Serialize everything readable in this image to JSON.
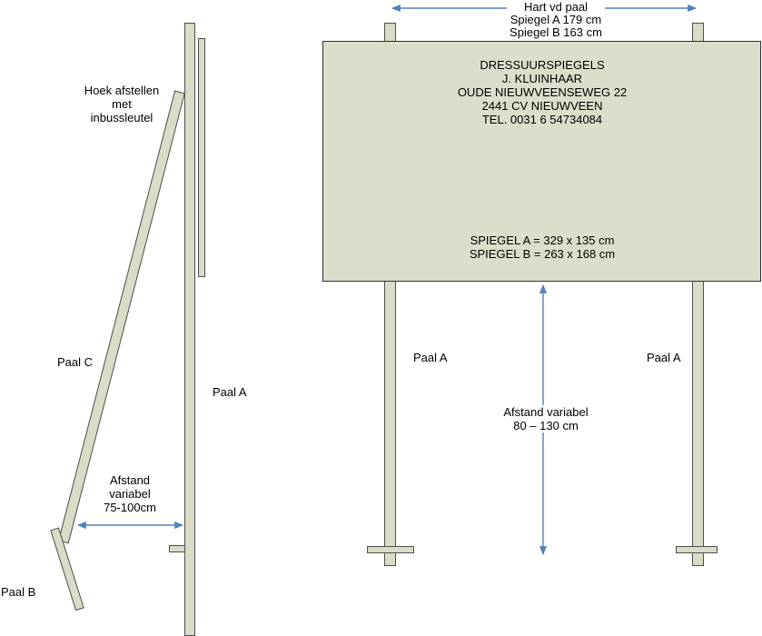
{
  "colors": {
    "pole_fill": "#d9dcc6",
    "pole_border": "#4f4f4f",
    "mirror_fill": "#dbdeca",
    "mirror_border": "#2f2f2f",
    "arrow": "#4f81bd",
    "text": "#000000",
    "background": "#ffffff"
  },
  "left_assembly": {
    "hoek_label": {
      "line1": "Hoek afstellen",
      "line2": "met",
      "line3": "inbussleutel"
    },
    "paal_c_label": "Paal C",
    "paal_a_label": "Paal A",
    "afstand_label": {
      "line1": "Afstand",
      "line2": "variabel",
      "line3": "75-100cm"
    },
    "paal_b_label": "Paal B"
  },
  "right_assembly": {
    "top_measure": {
      "line1": "Hart vd paal",
      "line2": "Spiegel A 179 cm",
      "line3": "Spiegel B 163 cm"
    },
    "mirror_panel": {
      "line1": "DRESSUURSPIEGELS",
      "line2": "J. KLUINHAAR",
      "line3": "OUDE NIEUWVEENSEWEG 22",
      "line4": "2441 CV NIEUWVEEN",
      "line5": "TEL. 0031 6 54734084",
      "size_a": "SPIEGEL A = 329 x 135 cm",
      "size_b": "SPIEGEL B = 263 x 168 cm"
    },
    "paal_a_left_label": "Paal A",
    "paal_a_right_label": "Paal A",
    "afstand_label": {
      "line1": "Afstand variabel",
      "line2": "80 – 130 cm"
    }
  }
}
